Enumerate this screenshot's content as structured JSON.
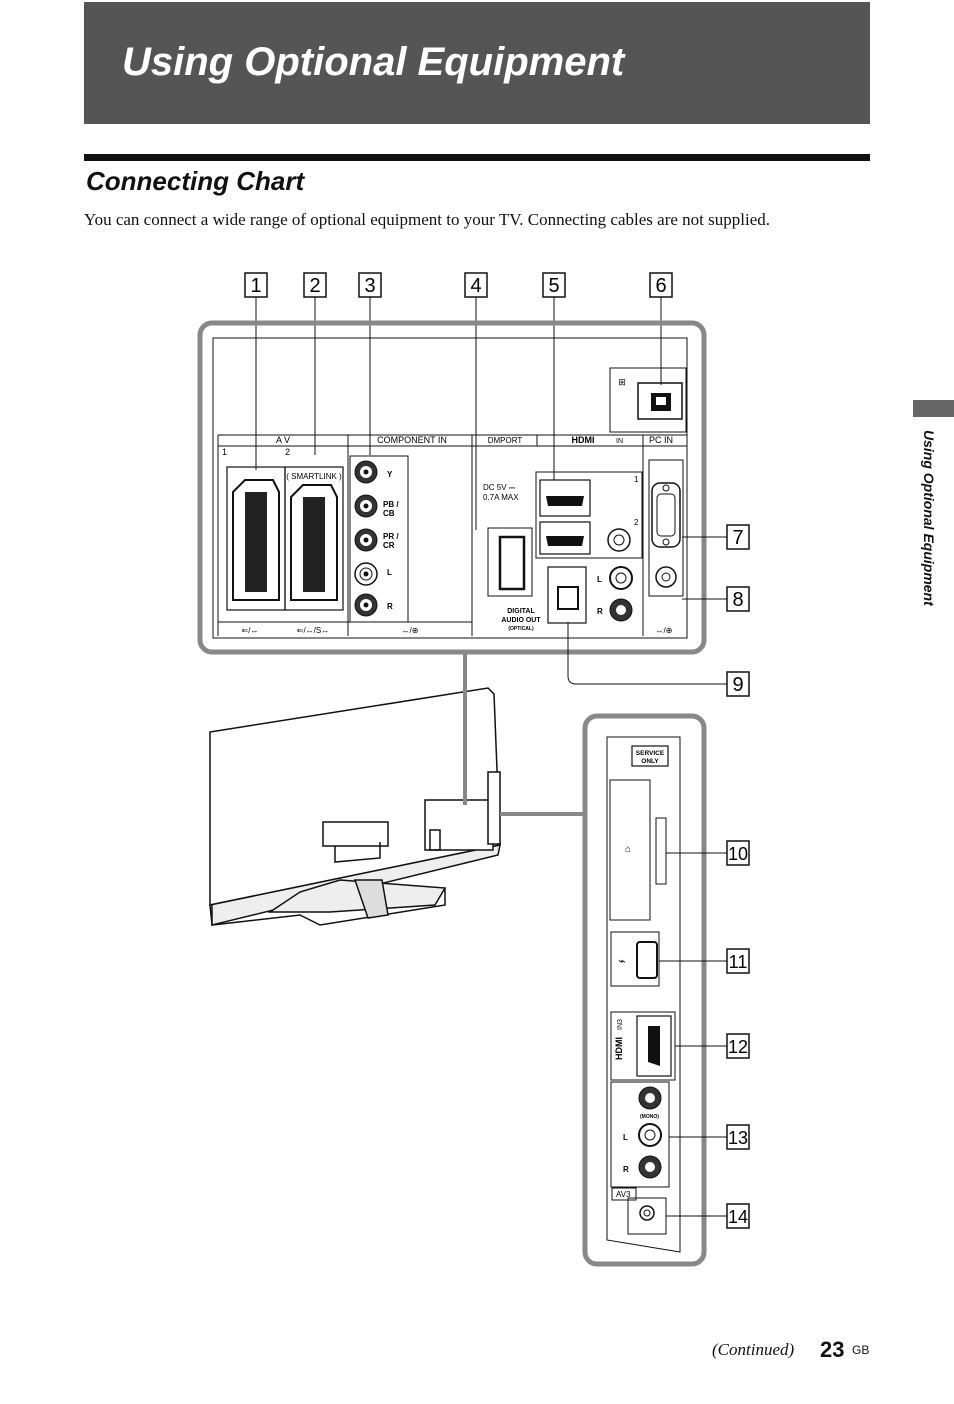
{
  "page": {
    "title": "Using Optional Equipment",
    "section_title": "Connecting Chart",
    "intro": "You can connect a wide range of optional equipment to your TV. Connecting cables are not supplied.",
    "side_label": "Using Optional Equipment",
    "continued": "(Continued)",
    "page_number": "23",
    "page_suffix": "GB"
  },
  "callouts": [
    "1",
    "2",
    "3",
    "4",
    "5",
    "6",
    "7",
    "8",
    "9",
    "10",
    "11",
    "12",
    "13",
    "14"
  ],
  "panel_labels": {
    "av": "A V",
    "av1": "1",
    "av2": "2",
    "smartlink": "( SMARTLINK )",
    "component_in": "COMPONENT  IN",
    "y": "Y",
    "pb": "PB /",
    "cb": "CB",
    "pr": "PR /",
    "cr": "CR",
    "l": "L",
    "r": "R",
    "dmport": "DMPORT",
    "hdmi": "HDMI",
    "in": "IN",
    "pc_in": "PC IN",
    "dc": "DC  5V ⎓",
    "dc_amp": "0.7A MAX",
    "hdmi1": "1",
    "hdmi2": "2",
    "digital1": "DIGITAL",
    "digital2": "AUDIO OUT",
    "digital3": "(OPTICAL)",
    "av_sym1": "⇐/↔",
    "av_sym2": "⇐/↔/S↔",
    "comp_sym": "↔/⊕",
    "pc_sym": "↔/⊕",
    "service1": "SERVICE",
    "service2": "ONLY",
    "hdmi3": "IN3",
    "mono": "(MONO)",
    "av3": "AV3"
  }
}
